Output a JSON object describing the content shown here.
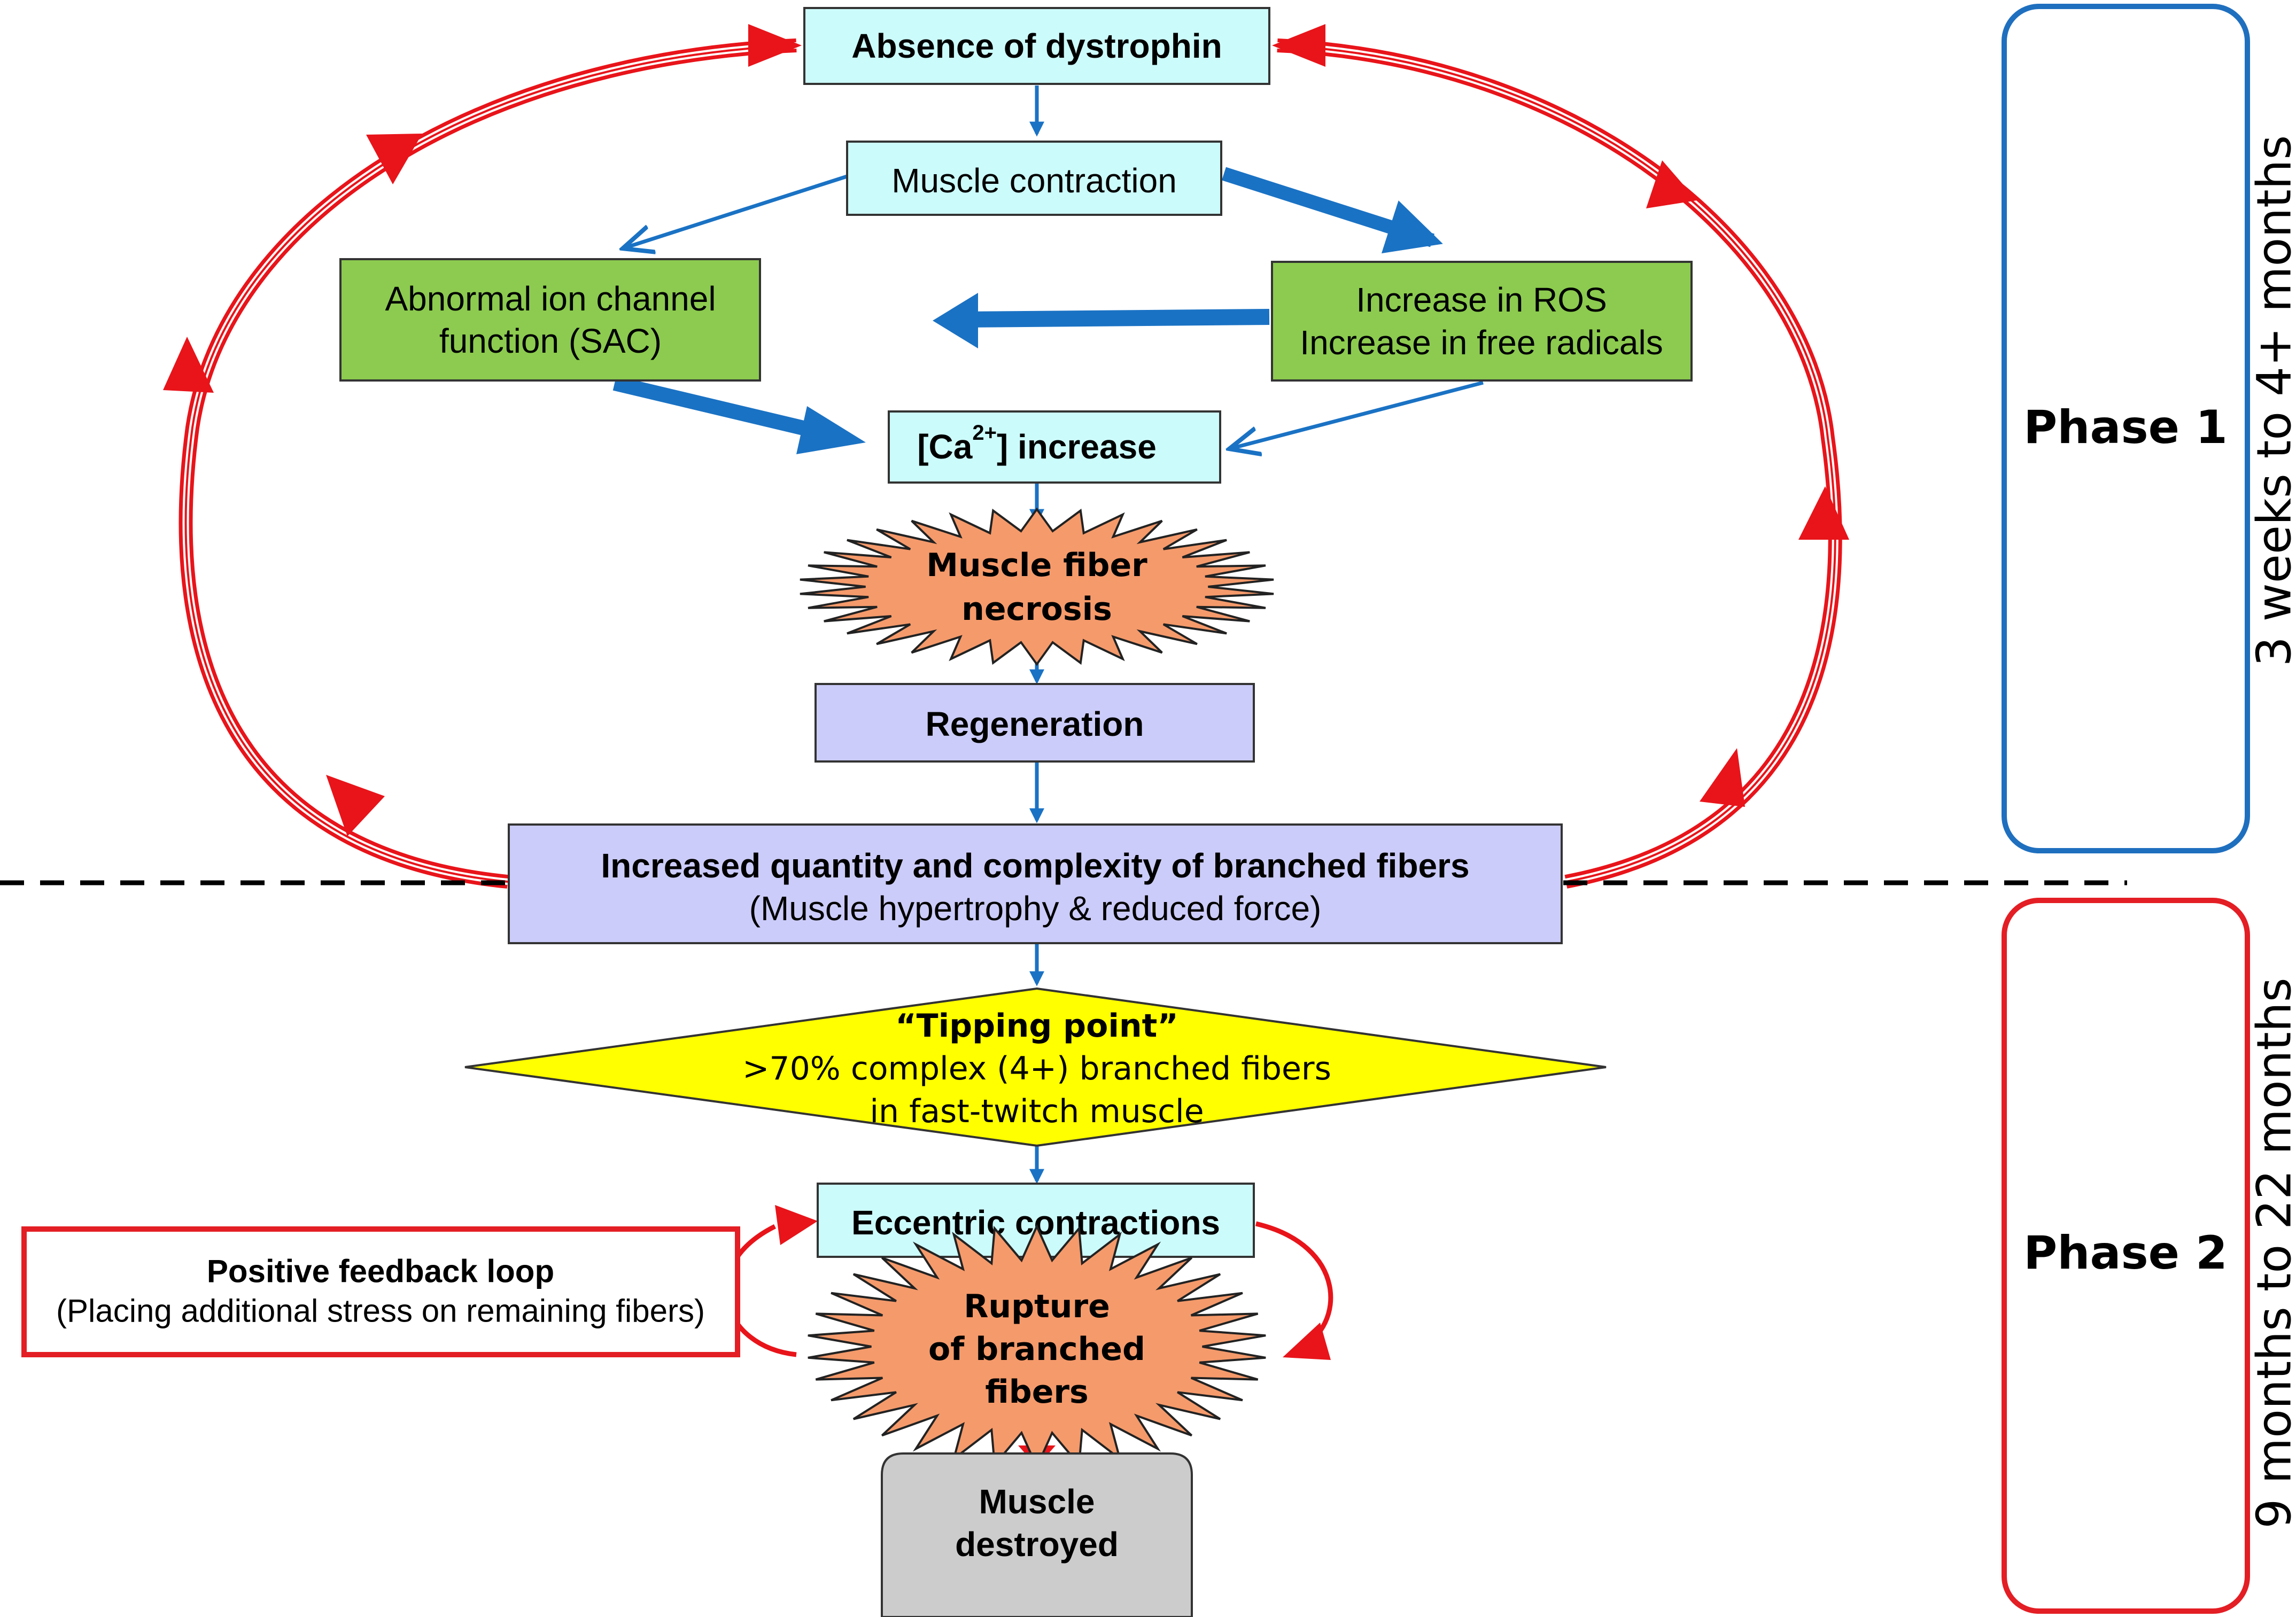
{
  "nodes": {
    "absence": "Absence of dystrophin",
    "contraction": "Muscle contraction",
    "ion_line1": "Abnormal ion channel",
    "ion_line2": "function (SAC)",
    "ros_line1": "Increase in ROS",
    "ros_line2": "Increase in free radicals",
    "calcium_prefix": "[Ca",
    "calcium_sup": "2+",
    "calcium_suffix": "] increase",
    "necrosis_line1": "Muscle fiber",
    "necrosis_line2": "necrosis",
    "regeneration": "Regeneration",
    "branched_line1": "Increased quantity and complexity of branched fibers",
    "branched_line2": "(Muscle hypertrophy & reduced force)",
    "tipping_title": "“Tipping point”",
    "tipping_line2": ">70% complex (4+) branched fibers",
    "tipping_line3": "in fast-twitch muscle",
    "eccentric": "Eccentric contractions",
    "feedback_title": "Positive feedback loop",
    "feedback_line2": "(Placing additional stress on remaining fibers)",
    "rupture_line1": "Rupture",
    "rupture_line2": "of branched",
    "rupture_line3": "fibers",
    "destroyed_line1": "Muscle",
    "destroyed_line2": "destroyed"
  },
  "phases": [
    {
      "label": "Phase 1",
      "duration": "3 weeks to 4+ months",
      "color": "#1f6fbf"
    },
    {
      "label": "Phase 2",
      "duration": "9 months to 22 months",
      "color": "#e31e24"
    }
  ],
  "colors": {
    "cyan_box": "#ccfbfb",
    "green_box": "#8ccb4f",
    "lavender_box": "#ccccfa",
    "starburst": "#f59a6b",
    "diamond": "#ffff00",
    "grey_box": "#cccccc",
    "blue_arrow": "#1a72c4",
    "red_loop": "#e8141a"
  }
}
